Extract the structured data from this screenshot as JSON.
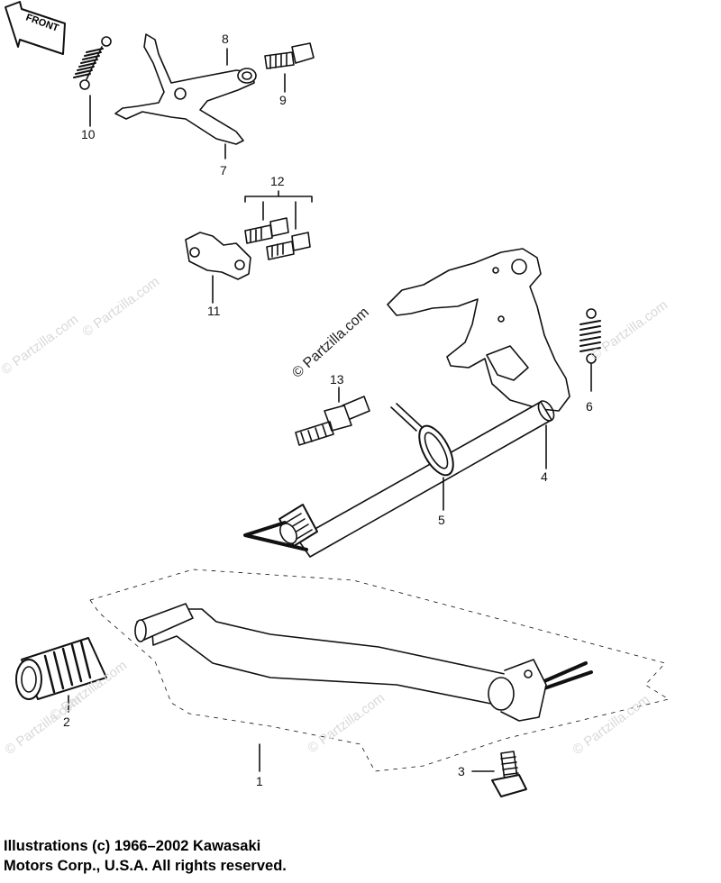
{
  "front_label": "FRONT",
  "callouts": [
    "1",
    "2",
    "3",
    "4",
    "5",
    "6",
    "7",
    "8",
    "9",
    "10",
    "11",
    "12",
    "13"
  ],
  "watermark": "© Partzilla.com",
  "copyright": {
    "line1": "Illustrations (c) 1966–2002 Kawasaki",
    "line2": "Motors Corp., U.S.A.  All rights reserved."
  },
  "colors": {
    "line": "#111111",
    "watermark": "#d9d9d9"
  }
}
